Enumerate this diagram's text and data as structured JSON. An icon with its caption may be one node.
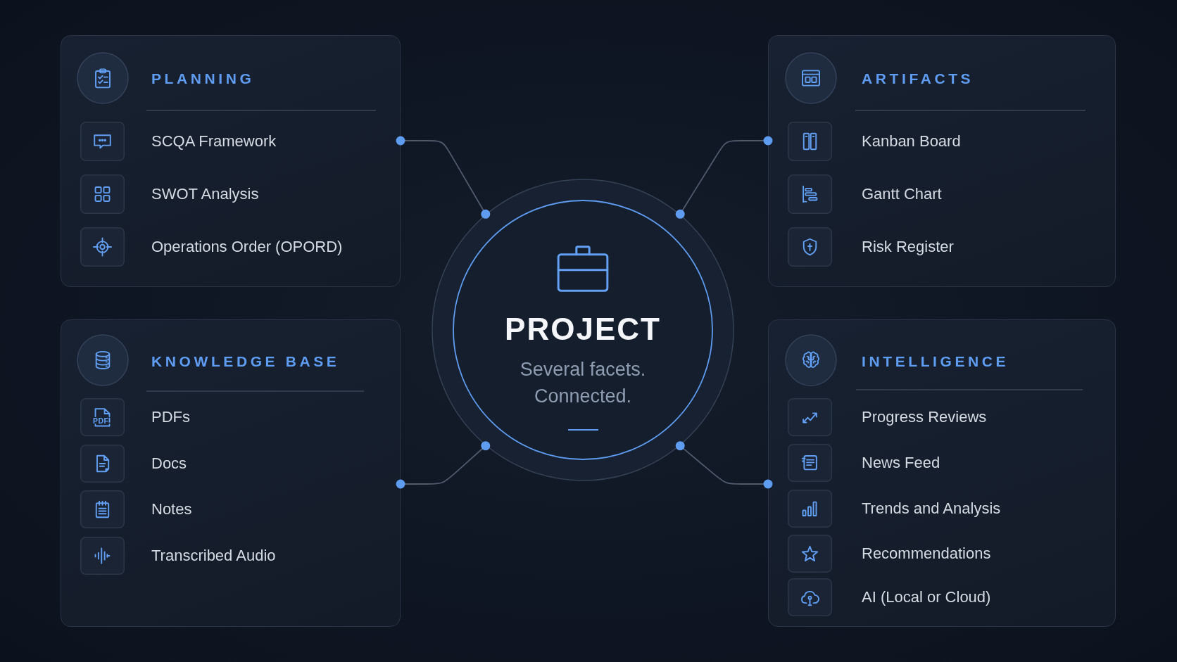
{
  "diagram": {
    "nodes": [
      {
        "text": [
          "PLANNING",
          "SCQA Framework",
          "SWOT Analysis",
          "Operations Order (OPORD)"
        ]
      },
      {
        "text": [
          "PROJECT",
          "Several facets. Connected."
        ]
      },
      {
        "text": [
          "ARTIFACTS",
          "Kanban Board",
          "Gantt Chart",
          "Risk Register"
        ]
      },
      {
        "text": [
          "KNOWLEDGE BASE",
          "PDFs",
          "Docs",
          "Notes",
          "Transcribed Audio"
        ]
      },
      {
        "text": [
          "INTELLIGENCE",
          "Progress Reviews",
          "News Feed",
          "Trends and Analysis",
          "Recommendations",
          "AI (Local or Cloud)"
        ]
      }
    ],
    "edges": [
      {
        "from": 0,
        "to": 1,
        "arrow": "other"
      },
      {
        "from": 2,
        "to": 1,
        "arrow": "other"
      },
      {
        "from": 3,
        "to": 1,
        "arrow": "other"
      },
      {
        "from": 4,
        "to": 1,
        "arrow": "other"
      }
    ],
    "labels": [
      "PDF"
    ]
  }
}
